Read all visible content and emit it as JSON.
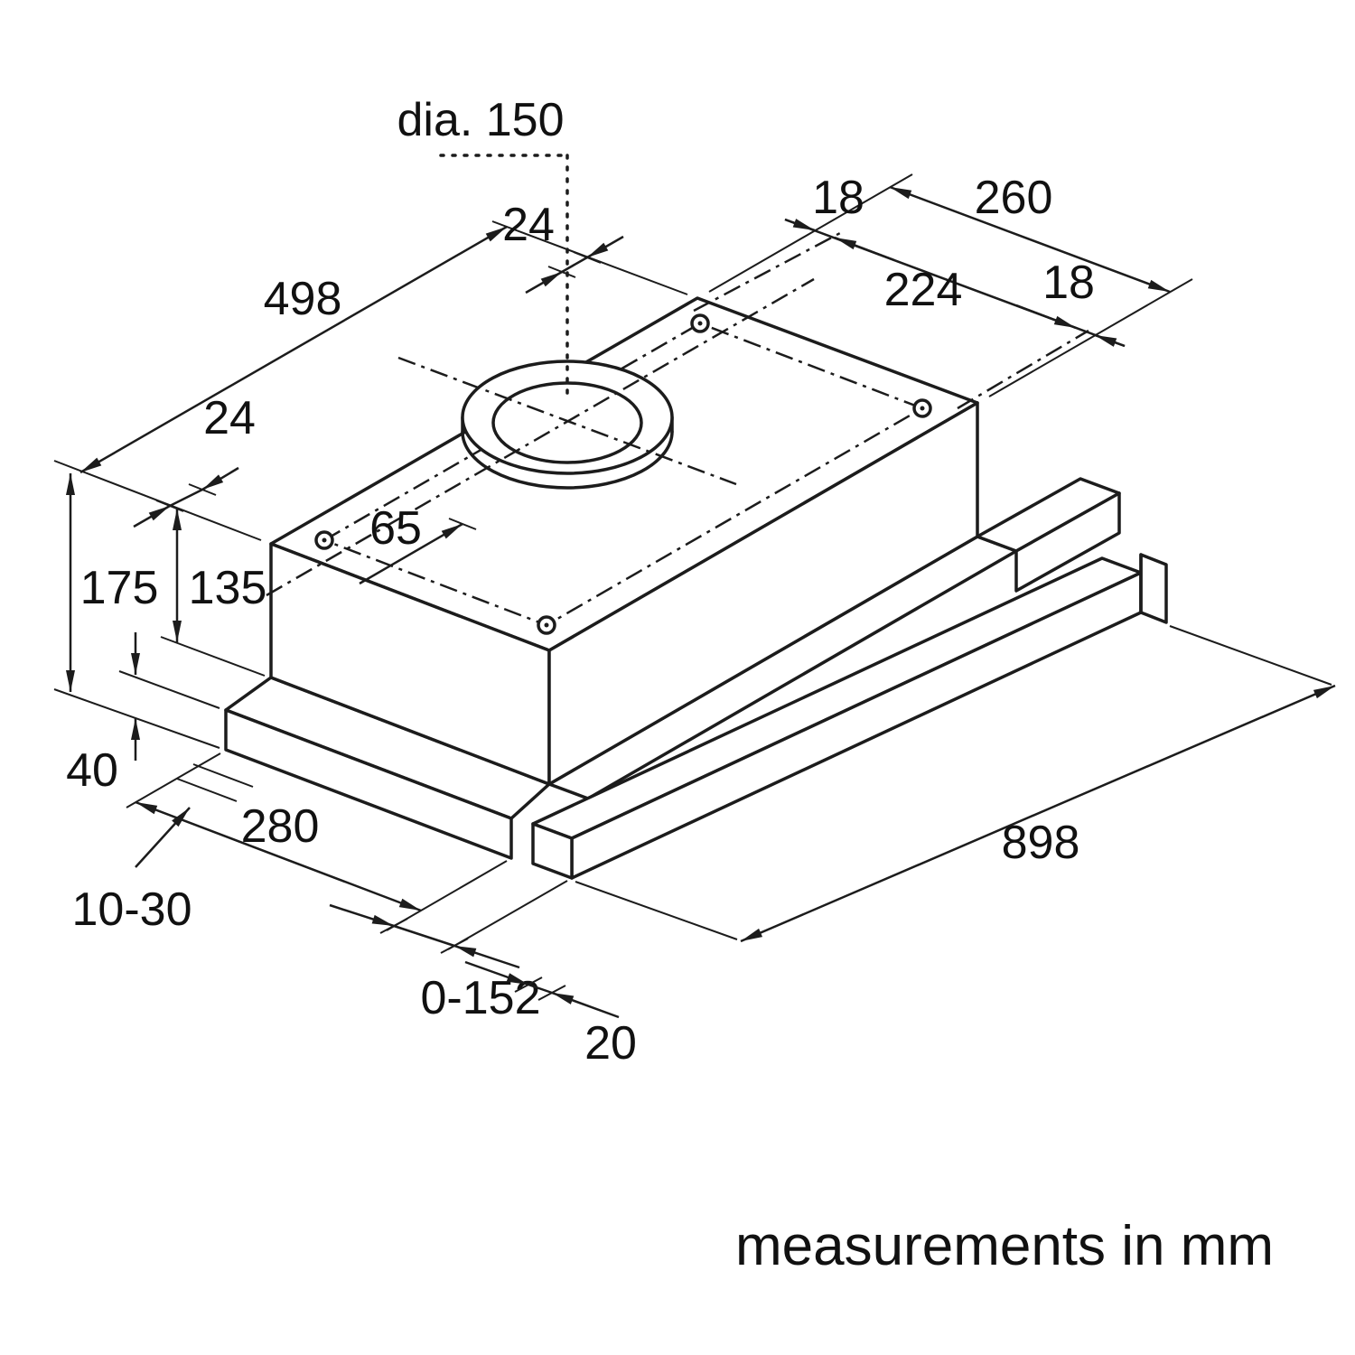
{
  "diagram": {
    "caption": "measurements in mm",
    "labels": {
      "duct_diameter": "dia. 150",
      "housing_width": "498",
      "inset_top": "24",
      "inset_left": "24",
      "duct_offset": "65",
      "screw_margin_top": "18",
      "screw_spacing": "224",
      "top_depth": "260",
      "screw_margin_bottom": "18",
      "total_height": "175",
      "housing_height": "135",
      "visor_height": "40",
      "wall_clearance": "10-30",
      "lower_depth": "280",
      "pullout_range": "0-152",
      "front_lip": "20",
      "total_width": "898"
    }
  }
}
